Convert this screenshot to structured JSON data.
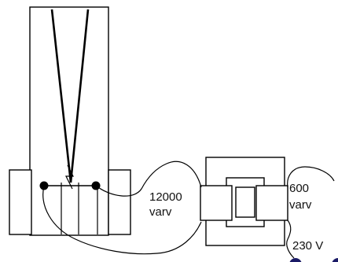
{
  "primary_coil": {
    "turns_value": "12000",
    "turns_unit": "varv"
  },
  "secondary_coil": {
    "turns_value": "600",
    "turns_unit": "varv"
  },
  "secondary_voltage": "230 V",
  "colors": {
    "line": "#000000",
    "terminal": "#1a1a66",
    "background": "#ffffff"
  },
  "icons": {
    "spark_gap": "spark-icon",
    "transformer_core": "transformer-core-icon"
  }
}
